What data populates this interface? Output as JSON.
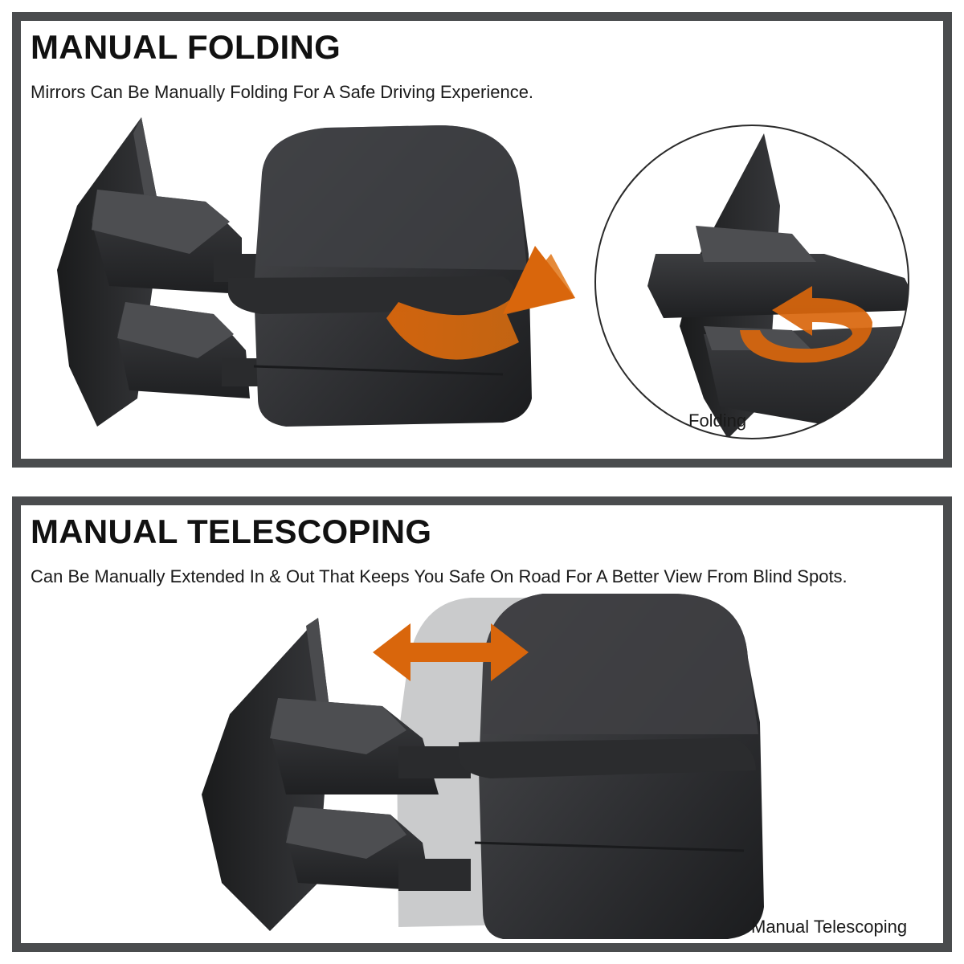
{
  "folding": {
    "title": "MANUAL FOLDING",
    "description": "Mirrors Can Be Manually Folding For A Safe Driving Experience.",
    "caption": "Folding"
  },
  "telescoping": {
    "title": "MANUAL TELESCOPING",
    "description": "Can Be Manually Extended In & Out That Keeps You Safe On Road For A Better View From Blind Spots.",
    "caption": "Manual Telescoping"
  },
  "colors": {
    "frame": "#4a4c4e",
    "arrow": "#d9660c",
    "mirror": "#2b2c2e"
  }
}
